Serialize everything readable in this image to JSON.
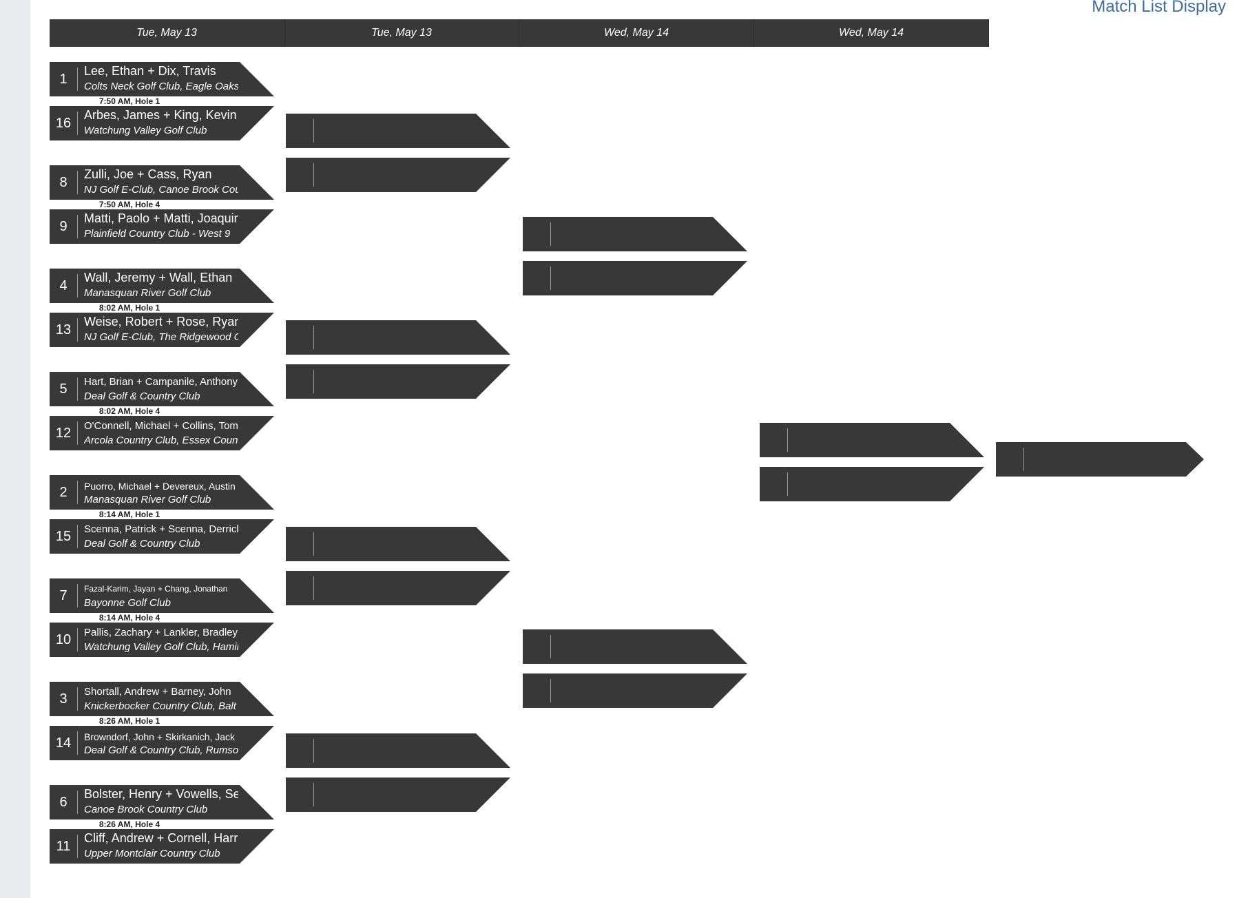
{
  "header": {
    "link_label": "Match List Display",
    "rounds": [
      "Tue, May 13",
      "Tue, May 13",
      "Wed, May 14",
      "Wed, May 14"
    ]
  },
  "matches": [
    {
      "time": "7:50 AM, Hole 1",
      "top": {
        "seed": "1",
        "names": "Lee, Ethan + Dix, Travis",
        "club": "Colts Neck Golf Club, Eagle Oaks"
      },
      "bottom": {
        "seed": "16",
        "names": "Arbes, James + King, Kevin",
        "club": "Watchung Valley Golf Club"
      }
    },
    {
      "time": "7:50 AM, Hole 4",
      "top": {
        "seed": "8",
        "names": "Zulli, Joe + Cass, Ryan",
        "club": "NJ Golf E-Club, Canoe Brook Cou"
      },
      "bottom": {
        "seed": "9",
        "names": "Matti, Paolo + Matti, Joaquin",
        "club": "Plainfield Country Club - West 9"
      }
    },
    {
      "time": "8:02 AM, Hole 1",
      "top": {
        "seed": "4",
        "names": "Wall, Jeremy + Wall, Ethan",
        "club": "Manasquan River Golf Club"
      },
      "bottom": {
        "seed": "13",
        "names": "Weise, Robert + Rose, Ryan",
        "club": "NJ Golf E-Club, The Ridgewood C"
      }
    },
    {
      "time": "8:02 AM, Hole 4",
      "top": {
        "seed": "5",
        "names": "Hart, Brian + Campanile, Anthony",
        "club": "Deal Golf & Country Club"
      },
      "bottom": {
        "seed": "12",
        "names": "O'Connell, Michael + Collins, Tom",
        "club": "Arcola Country Club, Essex Count"
      }
    },
    {
      "time": "8:14 AM, Hole 1",
      "top": {
        "seed": "2",
        "names": "Puorro, Michael + Devereux, Austin",
        "club": "Manasquan River Golf Club"
      },
      "bottom": {
        "seed": "15",
        "names": "Scenna, Patrick + Scenna, Derrick",
        "club": "Deal Golf & Country Club"
      }
    },
    {
      "time": "8:14 AM, Hole 4",
      "top": {
        "seed": "7",
        "names": "Fazal-Karim, Jayan + Chang, Jonathan",
        "club": "Bayonne Golf Club"
      },
      "bottom": {
        "seed": "10",
        "names": "Pallis, Zachary + Lankler, Bradley",
        "club": "Watchung Valley Golf Club, Hamil"
      }
    },
    {
      "time": "8:26 AM, Hole 1",
      "top": {
        "seed": "3",
        "names": "Shortall, Andrew + Barney, John",
        "club": "Knickerbocker Country Club, Balt"
      },
      "bottom": {
        "seed": "14",
        "names": "Browndorf, John + Skirkanich, Jack",
        "club": "Deal Golf & Country Club, Rumsoi"
      }
    },
    {
      "time": "8:26 AM, Hole 4",
      "top": {
        "seed": "6",
        "names": "Bolster, Henry + Vowells, Sean",
        "club": "Canoe Brook Country Club"
      },
      "bottom": {
        "seed": "11",
        "names": "Cliff, Andrew + Cornell, Harris",
        "club": "Upper Montclair Country Club"
      }
    }
  ]
}
